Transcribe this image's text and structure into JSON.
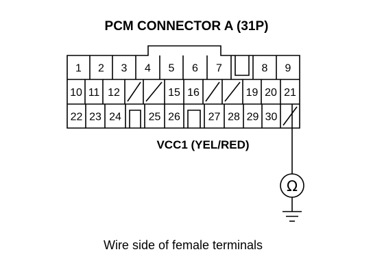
{
  "title": "PCM CONNECTOR A (31P)",
  "connector": {
    "rows": [
      [
        "1",
        "2",
        "3",
        "4",
        "5",
        "6",
        "7",
        "",
        "8",
        "9"
      ],
      [
        "10",
        "11",
        "12",
        "",
        "",
        "15",
        "16",
        "",
        "",
        "19",
        "20",
        "21"
      ],
      [
        "22",
        "23",
        "24",
        "",
        "25",
        "26",
        "",
        "27",
        "28",
        "29",
        "30",
        ""
      ]
    ]
  },
  "wire_label": "VCC1 (YEL/RED)",
  "meter_symbol": "Ω",
  "caption": "Wire side of female terminals"
}
